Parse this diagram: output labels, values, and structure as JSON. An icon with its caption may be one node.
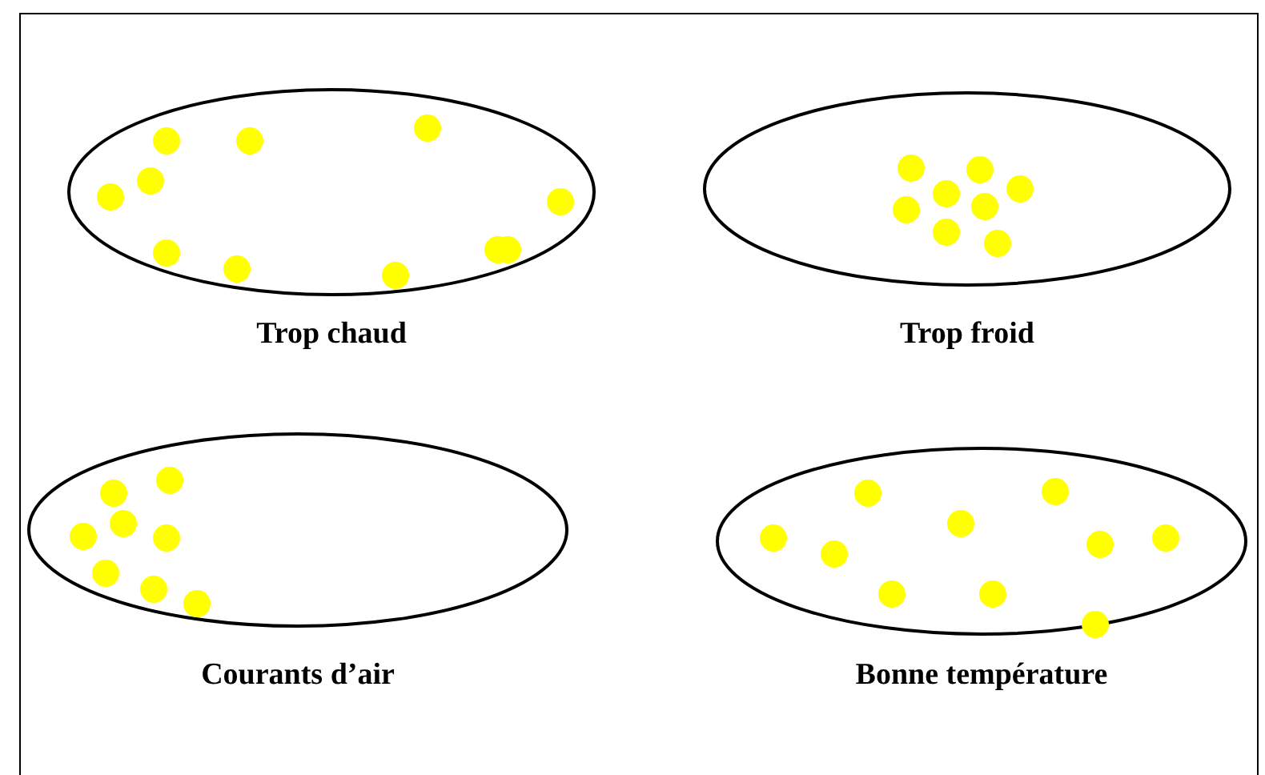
{
  "diagram": {
    "nodes": [
      {
        "text": [
          "Trop chaud"
        ]
      },
      {
        "text": [
          "Trop froid"
        ]
      },
      {
        "text": [
          "Courants d’air"
        ]
      },
      {
        "text": [
          "Bonne température"
        ]
      }
    ]
  }
}
